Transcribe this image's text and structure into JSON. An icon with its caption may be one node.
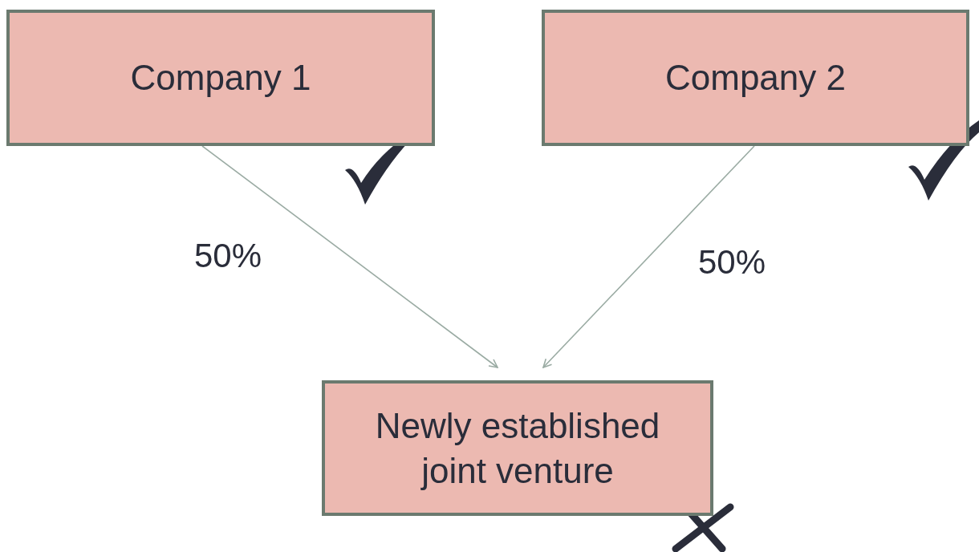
{
  "diagram": {
    "nodes": [
      {
        "text": [
          "Company 1"
        ]
      },
      {
        "text": [
          "Company 2"
        ]
      },
      {
        "text": [
          "Newly established joint venture"
        ]
      }
    ],
    "edges": [
      {
        "from": 0,
        "to": 2,
        "arrow": "to",
        "label": "50%"
      },
      {
        "from": 1,
        "to": 2,
        "arrow": "to",
        "label": "50%"
      }
    ]
  }
}
